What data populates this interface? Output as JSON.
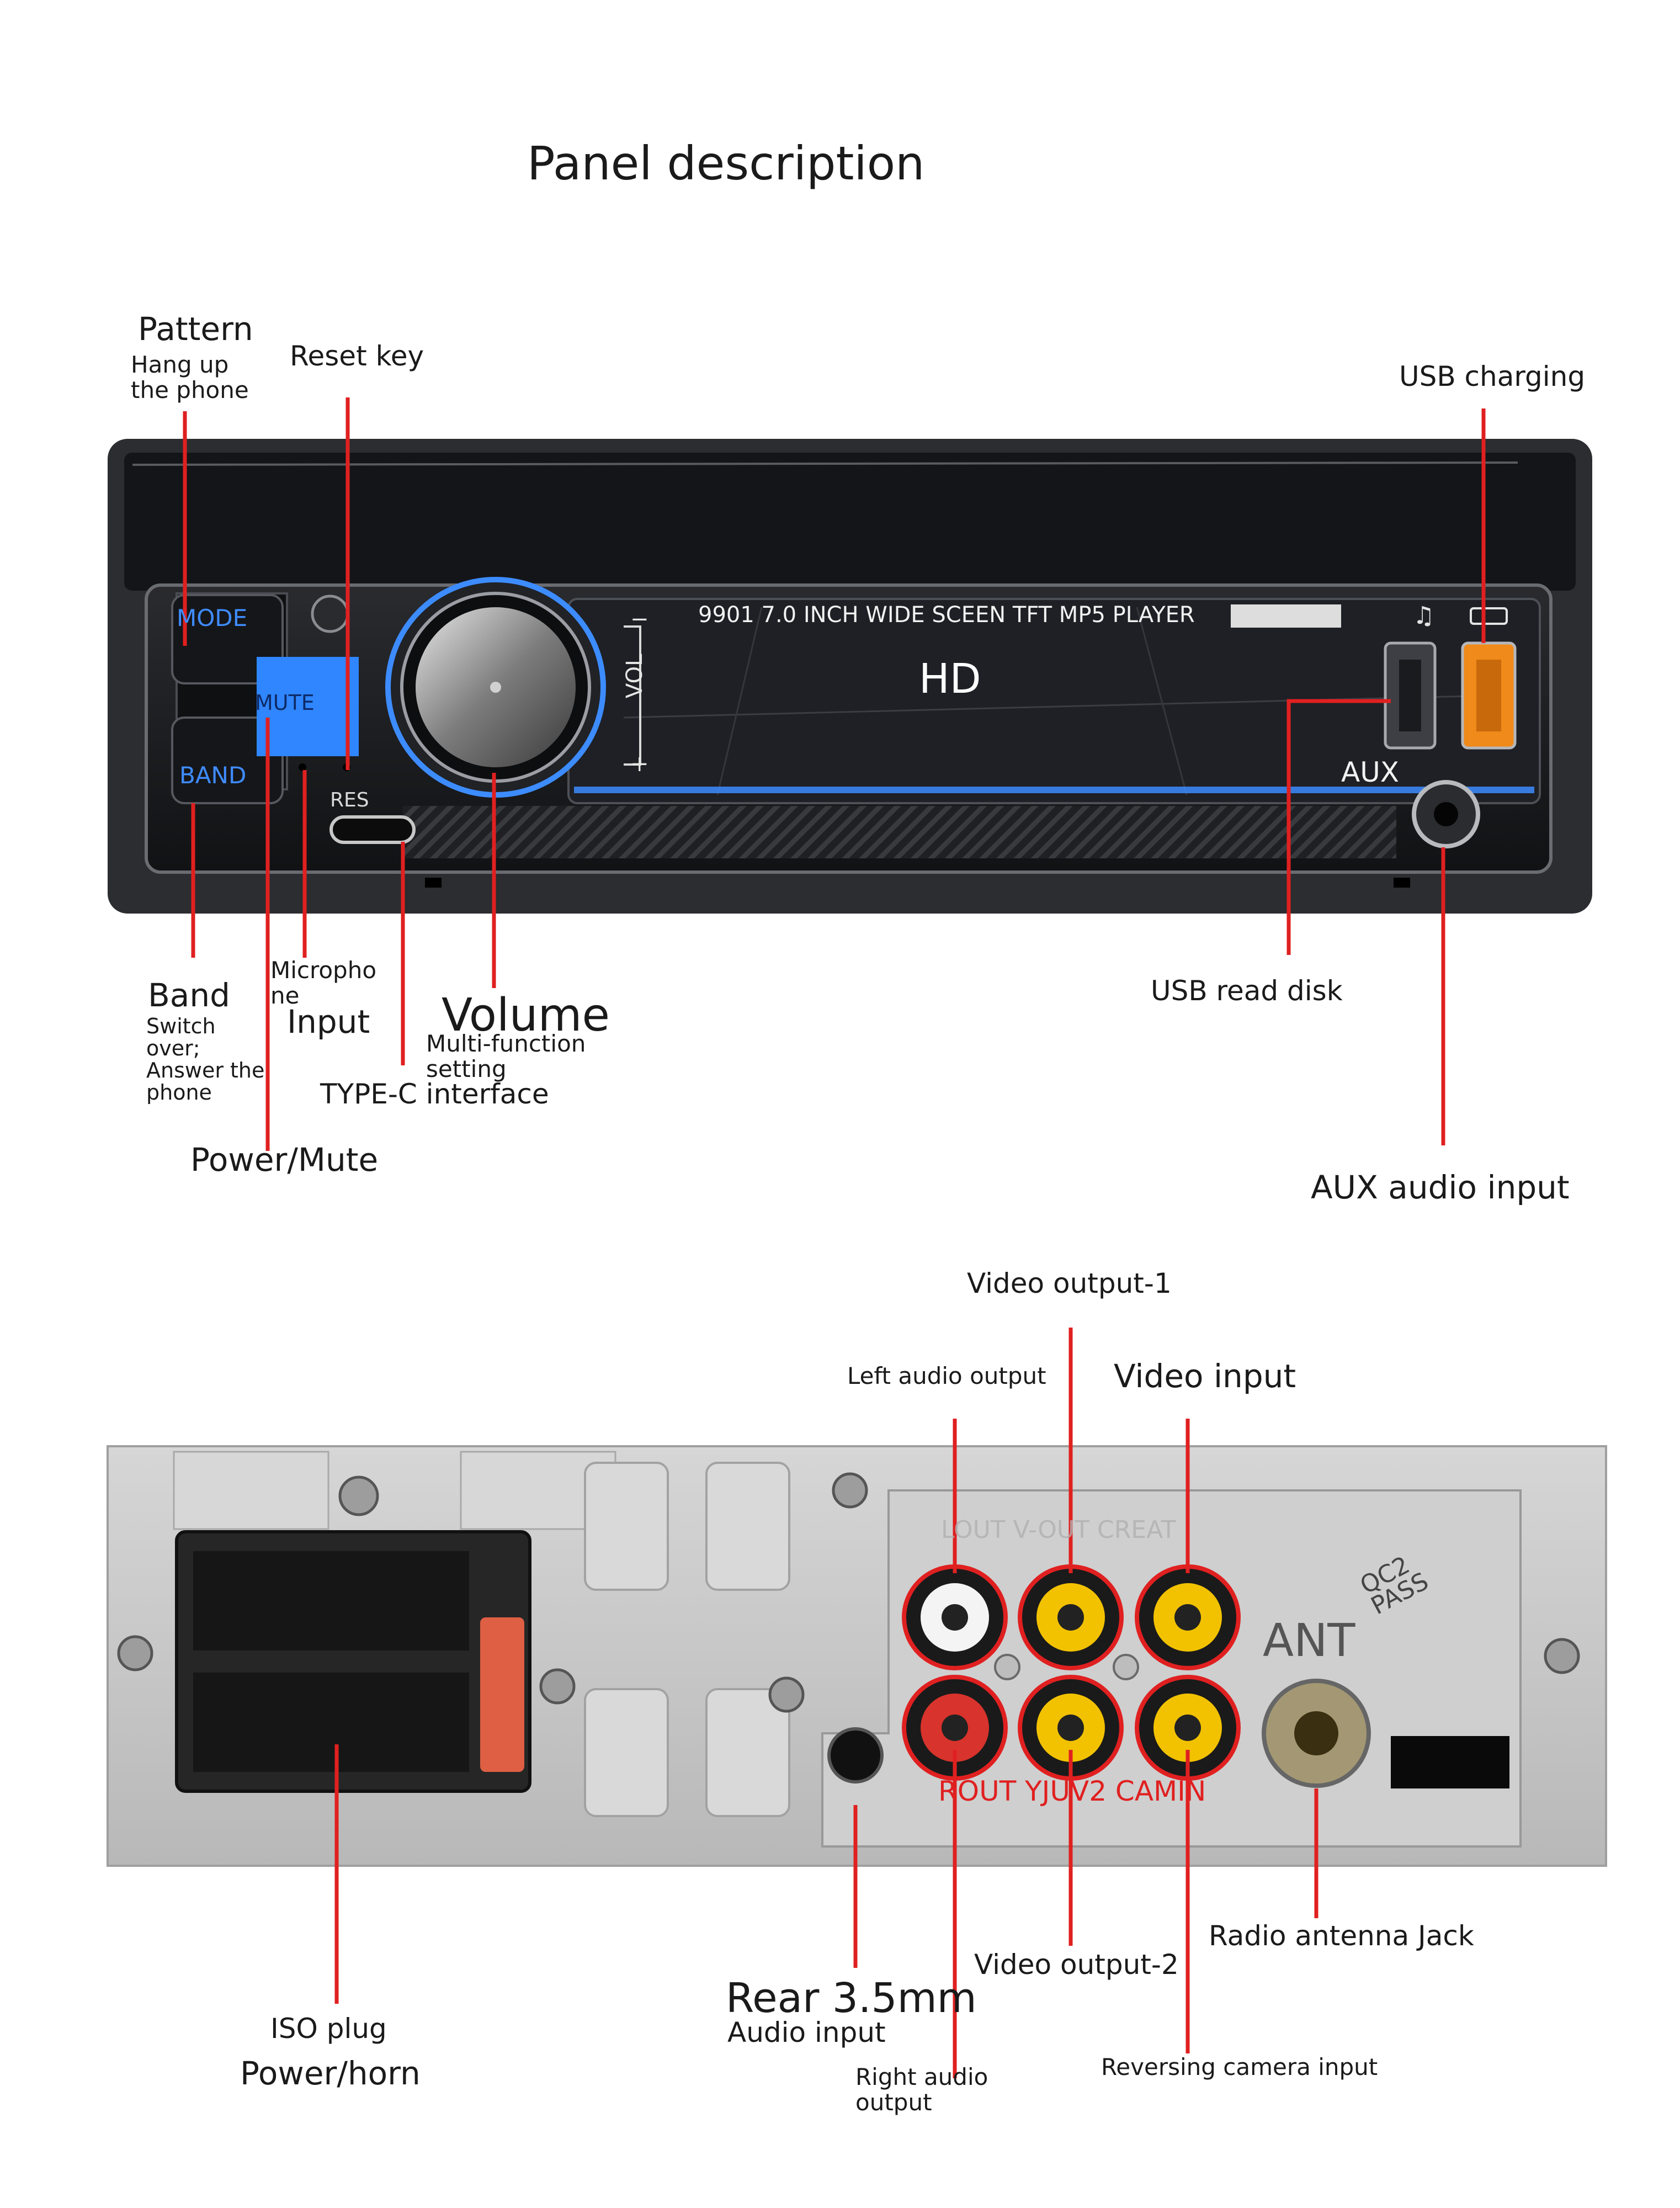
{
  "title": "Panel description",
  "front": {
    "screen_text": "9901 7.0 INCH WIDE SCEEN TFT MP5 PLAYER",
    "screen_hd": "HD",
    "vol_text": "VOL",
    "vol_minus": "−",
    "vol_plus": "+",
    "mode_button": "MODE",
    "mute_button": "MUTE",
    "band_button": "BAND",
    "res_text": "RES",
    "aux_text": "AUX",
    "labels": {
      "pattern": "Pattern",
      "pattern_sub": "Hang up the phone",
      "reset_key": "Reset key",
      "usb_charging": "USB charging",
      "band": "Band",
      "band_sub": "Switch over; Answer the phone",
      "microphone": "Microphone",
      "input": "Input",
      "volume": "Volume",
      "volume_sub": "Multi-function setting",
      "type_c": "TYPE-C interface",
      "power_mute": "Power/Mute",
      "usb_read_disk": "USB read disk",
      "aux_audio_input": "AUX audio input"
    }
  },
  "rear": {
    "top_print": "LOUT V-OUT CREAT",
    "bottom_print": "ROUT YJUV2 CAMIN",
    "ant_text": "ANT",
    "qc_text": "QC2 PASS",
    "labels": {
      "video_output_1": "Video output-1",
      "left_audio_output": "Left audio output",
      "video_input": "Video input",
      "rear_35mm": "Rear 3.5mm",
      "rear_audio_input": "Audio input",
      "right_audio_output": "Right audio output",
      "video_output_2": "Video output-2",
      "radio_antenna_jack": "Radio antenna Jack",
      "reversing_camera_input": "Reversing camera input",
      "iso_plug": "ISO plug",
      "power_horn": "Power/horn"
    }
  },
  "colors": {
    "leader": "#e02020",
    "button_blue": "#2f86ff",
    "usb_orange": "#f08a1a",
    "rca_yellow": "#f2c200",
    "rca_white": "#f4f4f4",
    "rca_red": "#d8332c",
    "chassis": "#c9c9c9",
    "panel_dark": "#1b1c1f"
  }
}
